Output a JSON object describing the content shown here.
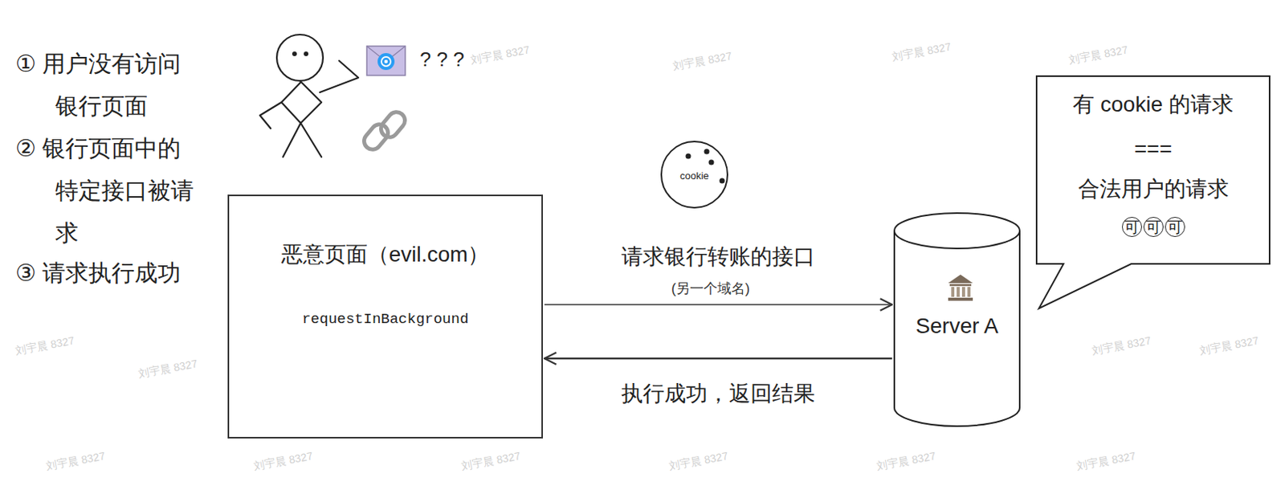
{
  "diagram": {
    "nodes": [
      {
        "text": [
          "恶意页面（evil.com）",
          "requestInBackground"
        ]
      },
      {
        "text": [
          "cookie"
        ]
      },
      {
        "text": [
          "Server A"
        ]
      },
      {
        "text": [
          "有 cookie 的请求",
          "===",
          "合法用户的请求",
          "可可可"
        ]
      }
    ],
    "edges": [
      {
        "from": 0,
        "to": 2,
        "arrow": "to",
        "label": "请求银行转账的接口"
      },
      {
        "from": 2,
        "to": 0,
        "arrow": "to",
        "label": "执行成功，返回结果"
      }
    ],
    "labels": [
      "① 用户没有访问银行页面",
      "② 银行页面中的特定接口被请求",
      "③ 请求执行成功",
      "? ? ?",
      "(另一个域名)",
      "刘宇晨 8327",
      "刘宇晨 8327",
      "刘宇晨 8327",
      "刘宇晨 8327",
      "刘宇晨 8327",
      "刘宇晨 8327",
      "刘宇晨 8327",
      "刘宇晨 8327",
      "刘宇晨 8327",
      "刘宇晨 8327",
      "刘宇晨 8327",
      "刘宇晨 8327",
      "刘宇晨 8327",
      "刘宇晨 8327"
    ]
  }
}
